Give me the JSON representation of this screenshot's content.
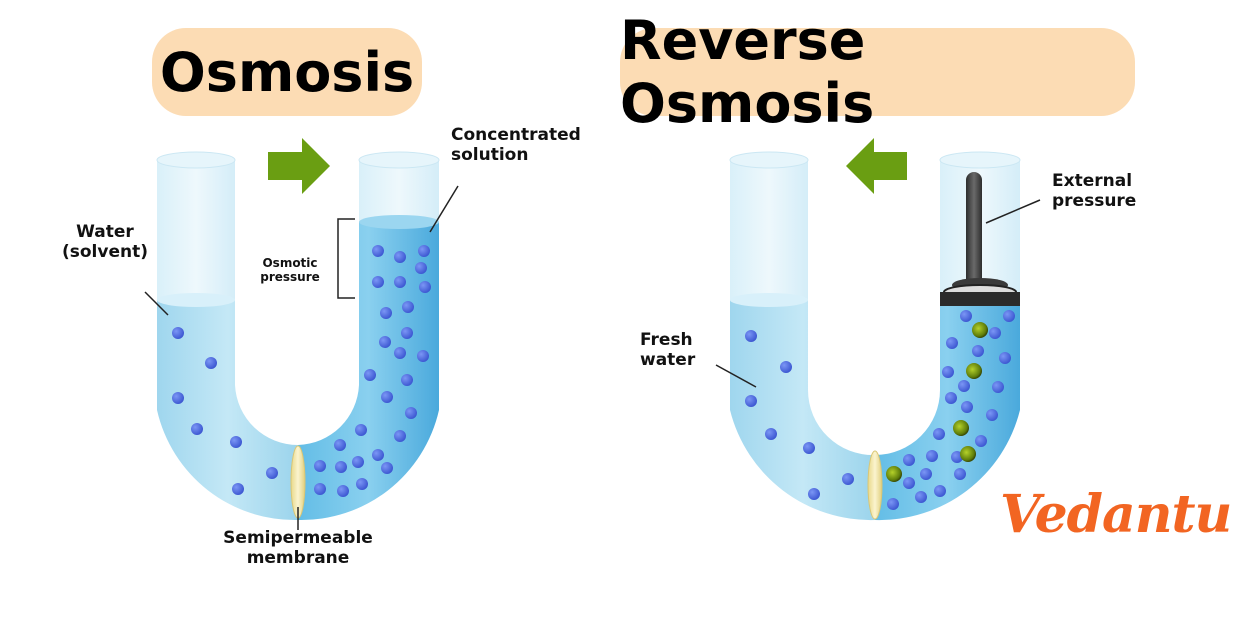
{
  "titles": {
    "left": "Osmosis",
    "right": "Reverse Osmosis"
  },
  "labels": {
    "concentrated_solution": [
      "Concentrated",
      "solution"
    ],
    "water_solvent": [
      "Water",
      "(solvent)"
    ],
    "osmotic_pressure": [
      "Osmotic",
      "pressure"
    ],
    "semipermeable_membrane": [
      "Semipermeable",
      "membrane"
    ],
    "external_pressure": [
      "External",
      "pressure"
    ],
    "fresh_water": [
      "Fresh",
      "water"
    ]
  },
  "arrows": {
    "osmosis_direction": "right",
    "reverse_osmosis_direction": "left"
  },
  "logo": "Vedantu",
  "colors": {
    "title_pill": "#fcdcb4",
    "water": "#a9dcef",
    "concentrated": "#5bb5df",
    "solute_particle": "#4a6ee0",
    "salt_particle": "#7a9a10",
    "arrow": "#6a9e12",
    "membrane": "#f3e7a6",
    "piston": "#444444",
    "logo": "#f26522"
  }
}
